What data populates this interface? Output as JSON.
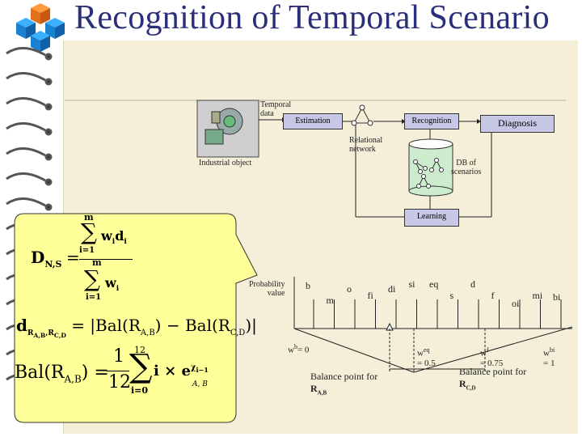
{
  "slide": {
    "title": "Recognition of Temporal Scenario",
    "colors": {
      "title": "#2b2f7a",
      "panel": "#f5efd9",
      "box": "#c7c7e6",
      "callout": "#ffff99"
    }
  },
  "diagram": {
    "temporal_data": "Temporal\ndata",
    "estimation": "Estimation",
    "recognition": "Recognition",
    "diagnosis": "Diagnosis",
    "relational_network": "Relational\nnetwork",
    "industrial_object": "Industrial object",
    "db_of_scenarios": "DB of\nscenarios",
    "learning": "Learning"
  },
  "formulas": {
    "d_ns_lhs": "D",
    "d_ns_sub": "N,S",
    "eq": "=",
    "sum_top_m": "m",
    "sum_bottom": "i=1",
    "numerator_term": "w",
    "numerator_i": "i",
    "numerator_d": "d",
    "numerator_di": "i",
    "denominator_term": "w",
    "denominator_i": "i",
    "d_rr_lhs": "d",
    "d_rr_sub": "R",
    "d_rr_sub2": "A,B",
    "d_rr_sub3": ",R",
    "d_rr_sub4": "C,D",
    "d_rr_rhs": "= |Bal(R",
    "d_rr_rhs_sub1": "A,B",
    "d_rr_rhs_mid": ") − Bal(R",
    "d_rr_rhs_sub2": "C,D",
    "d_rr_rhs_end": ")|",
    "bal_lhs": "Bal(R",
    "bal_lhs_sub": "A,B",
    "bal_lhs_end": ") =",
    "frac_num": "1",
    "frac_den": "12",
    "sum2_top": "12",
    "sum2_bottom": "i=0",
    "sum2_body": "i × e",
    "sum2_exp": "χ",
    "sum2_exp_sub": "i−1",
    "sum2_sub": "A, B"
  },
  "chart": {
    "ylabel": "Probability\nvalue",
    "relations": [
      "b",
      "m",
      "o",
      "fi",
      "di",
      "si",
      "eq",
      "s",
      "d",
      "f",
      "oi",
      "mi",
      "bi"
    ],
    "weights": {
      "wb": "w",
      "wb_sup": "b",
      "wb_val": "= 0",
      "weq": "w",
      "weq_sup": "eq",
      "weq_val": "= 0.5",
      "wf": "w",
      "wf_sup": "f",
      "wf_val": "= 0.75",
      "wbi": "w",
      "wbi_sup": "bi",
      "wbi_val": "= 1"
    },
    "balance_ab": "Balance point for",
    "balance_ab_r": "R",
    "balance_ab_sub": "A,B",
    "balance_cd": "Balance point for",
    "balance_cd_r": "R",
    "balance_cd_sub": "C,D"
  }
}
